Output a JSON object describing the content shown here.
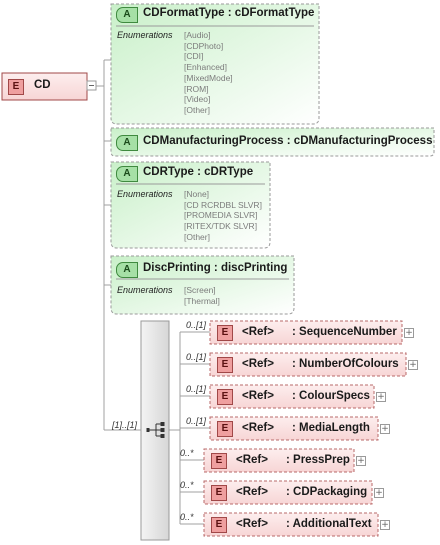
{
  "root": {
    "badge": "E",
    "name": "CD"
  },
  "attributes": [
    {
      "badge": "A",
      "title": "CDFormatType : cDFormatType",
      "enum_label": "Enumerations",
      "values": [
        "[Audio]",
        "[CDPhoto]",
        "[CDI]",
        "[Enhanced]",
        "[MixedMode]",
        "[ROM]",
        "[Video]",
        "[Other]"
      ]
    },
    {
      "badge": "A",
      "title": "CDManufacturingProcess : cDManufacturingProcess"
    },
    {
      "badge": "A",
      "title": "CDRType : cDRType",
      "enum_label": "Enumerations",
      "values": [
        "[None]",
        "[CD RCRDBL SLVR]",
        "[PROMEDIA SLVR]",
        "[RITEX/TDK SLVR]",
        "[Other]"
      ]
    },
    {
      "badge": "A",
      "title": "DiscPrinting : discPrinting",
      "enum_label": "Enumerations",
      "values": [
        "[Screen]",
        "[Thermal]"
      ]
    }
  ],
  "sequence": {
    "cardinality": "[1]..[1]",
    "children": [
      {
        "badge": "E",
        "ref": "<Ref>",
        "name": ": SequenceNumber",
        "cardinality": "0..[1]"
      },
      {
        "badge": "E",
        "ref": "<Ref>",
        "name": ": NumberOfColours",
        "cardinality": "0..[1]"
      },
      {
        "badge": "E",
        "ref": "<Ref>",
        "name": ": ColourSpecs",
        "cardinality": "0..[1]"
      },
      {
        "badge": "E",
        "ref": "<Ref>",
        "name": ": MediaLength",
        "cardinality": "0..[1]"
      },
      {
        "badge": "E",
        "ref": "<Ref>",
        "name": ": PressPrep",
        "cardinality": "0..*"
      },
      {
        "badge": "E",
        "ref": "<Ref>",
        "name": ": CDPackaging",
        "cardinality": "0..*"
      },
      {
        "badge": "E",
        "ref": "<Ref>",
        "name": ": AdditionalText",
        "cardinality": "0..*"
      }
    ]
  },
  "colors": {
    "element_fill": "#fbe3e3",
    "element_border": "#a04848",
    "attribute_fill": "#dcf5dc",
    "connector": "#a0a0a0"
  }
}
